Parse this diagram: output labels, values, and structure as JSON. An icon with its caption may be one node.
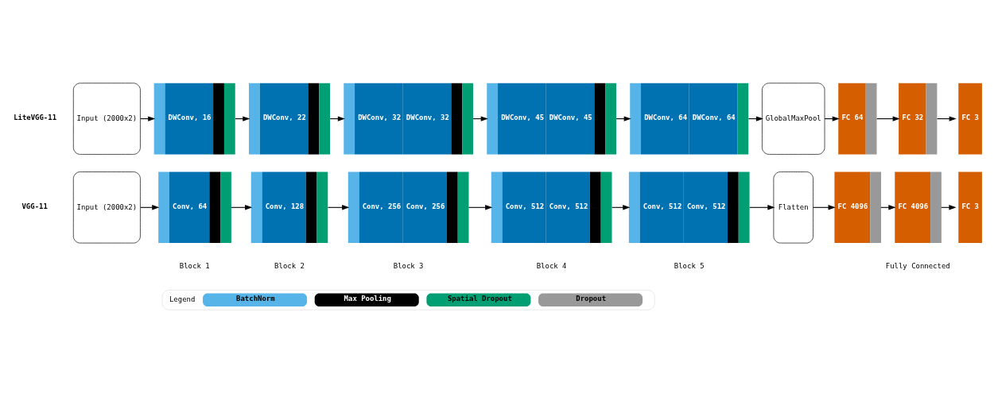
{
  "diagram": {
    "nodes": [
      {
        "text": [
          "Input (2000x2)"
        ]
      },
      {
        "text": [
          "DWConv, 16"
        ]
      },
      {
        "text": [
          "DWConv, 22"
        ]
      },
      {
        "text": [
          "DWConv, 32",
          "DWConv, 32"
        ]
      },
      {
        "text": [
          "DWConv, 45",
          "DWConv, 45"
        ]
      },
      {
        "text": [
          "DWConv, 64",
          "DWConv, 64"
        ]
      },
      {
        "text": [
          "GlobalMaxPool"
        ]
      },
      {
        "text": [
          "FC 64"
        ]
      },
      {
        "text": [
          "FC 32"
        ]
      },
      {
        "text": [
          "FC 3"
        ]
      },
      {
        "text": [
          "Input (2000x2)"
        ]
      },
      {
        "text": [
          "Conv, 64"
        ]
      },
      {
        "text": [
          "Conv, 128"
        ]
      },
      {
        "text": [
          "Conv, 256",
          "Conv, 256"
        ]
      },
      {
        "text": [
          "Conv, 512",
          "Conv, 512"
        ]
      },
      {
        "text": [
          "Conv, 512",
          "Conv, 512"
        ]
      },
      {
        "text": [
          "Flatten"
        ]
      },
      {
        "text": [
          "FC 4096"
        ]
      },
      {
        "text": [
          "FC 4096"
        ]
      },
      {
        "text": [
          "FC 3"
        ]
      }
    ],
    "edges": [
      {
        "from": 0,
        "to": 1,
        "arrow": "to"
      },
      {
        "from": 1,
        "to": 2,
        "arrow": "to"
      },
      {
        "from": 2,
        "to": 3,
        "arrow": "to"
      },
      {
        "from": 3,
        "to": 4,
        "arrow": "to"
      },
      {
        "from": 4,
        "to": 5,
        "arrow": "to"
      },
      {
        "from": 5,
        "to": 6,
        "arrow": "to"
      },
      {
        "from": 6,
        "to": 7,
        "arrow": "to"
      },
      {
        "from": 7,
        "to": 8,
        "arrow": "to"
      },
      {
        "from": 8,
        "to": 9,
        "arrow": "to"
      },
      {
        "from": 10,
        "to": 11,
        "arrow": "to"
      },
      {
        "from": 11,
        "to": 12,
        "arrow": "to"
      },
      {
        "from": 12,
        "to": 13,
        "arrow": "to"
      },
      {
        "from": 13,
        "to": 14,
        "arrow": "to"
      },
      {
        "from": 14,
        "to": 15,
        "arrow": "to"
      },
      {
        "from": 15,
        "to": 16,
        "arrow": "to"
      },
      {
        "from": 16,
        "to": 17,
        "arrow": "to"
      },
      {
        "from": 17,
        "to": 18,
        "arrow": "to"
      },
      {
        "from": 18,
        "to": 19,
        "arrow": "to"
      }
    ],
    "labels": [
      "LiteVGG-11",
      "VGG-11",
      "Block 1",
      "Block 2",
      "Block 3",
      "Block 4",
      "Block 5",
      "Fully Connected",
      "Legend"
    ],
    "legend": [
      {
        "text": "BatchNorm",
        "color": "#56b4e9"
      },
      {
        "text": "Max Pooling",
        "color": "#000000"
      },
      {
        "text": "Spatial Dropout",
        "color": "#009e73"
      },
      {
        "text": "Dropout",
        "color": "#999999"
      }
    ]
  }
}
